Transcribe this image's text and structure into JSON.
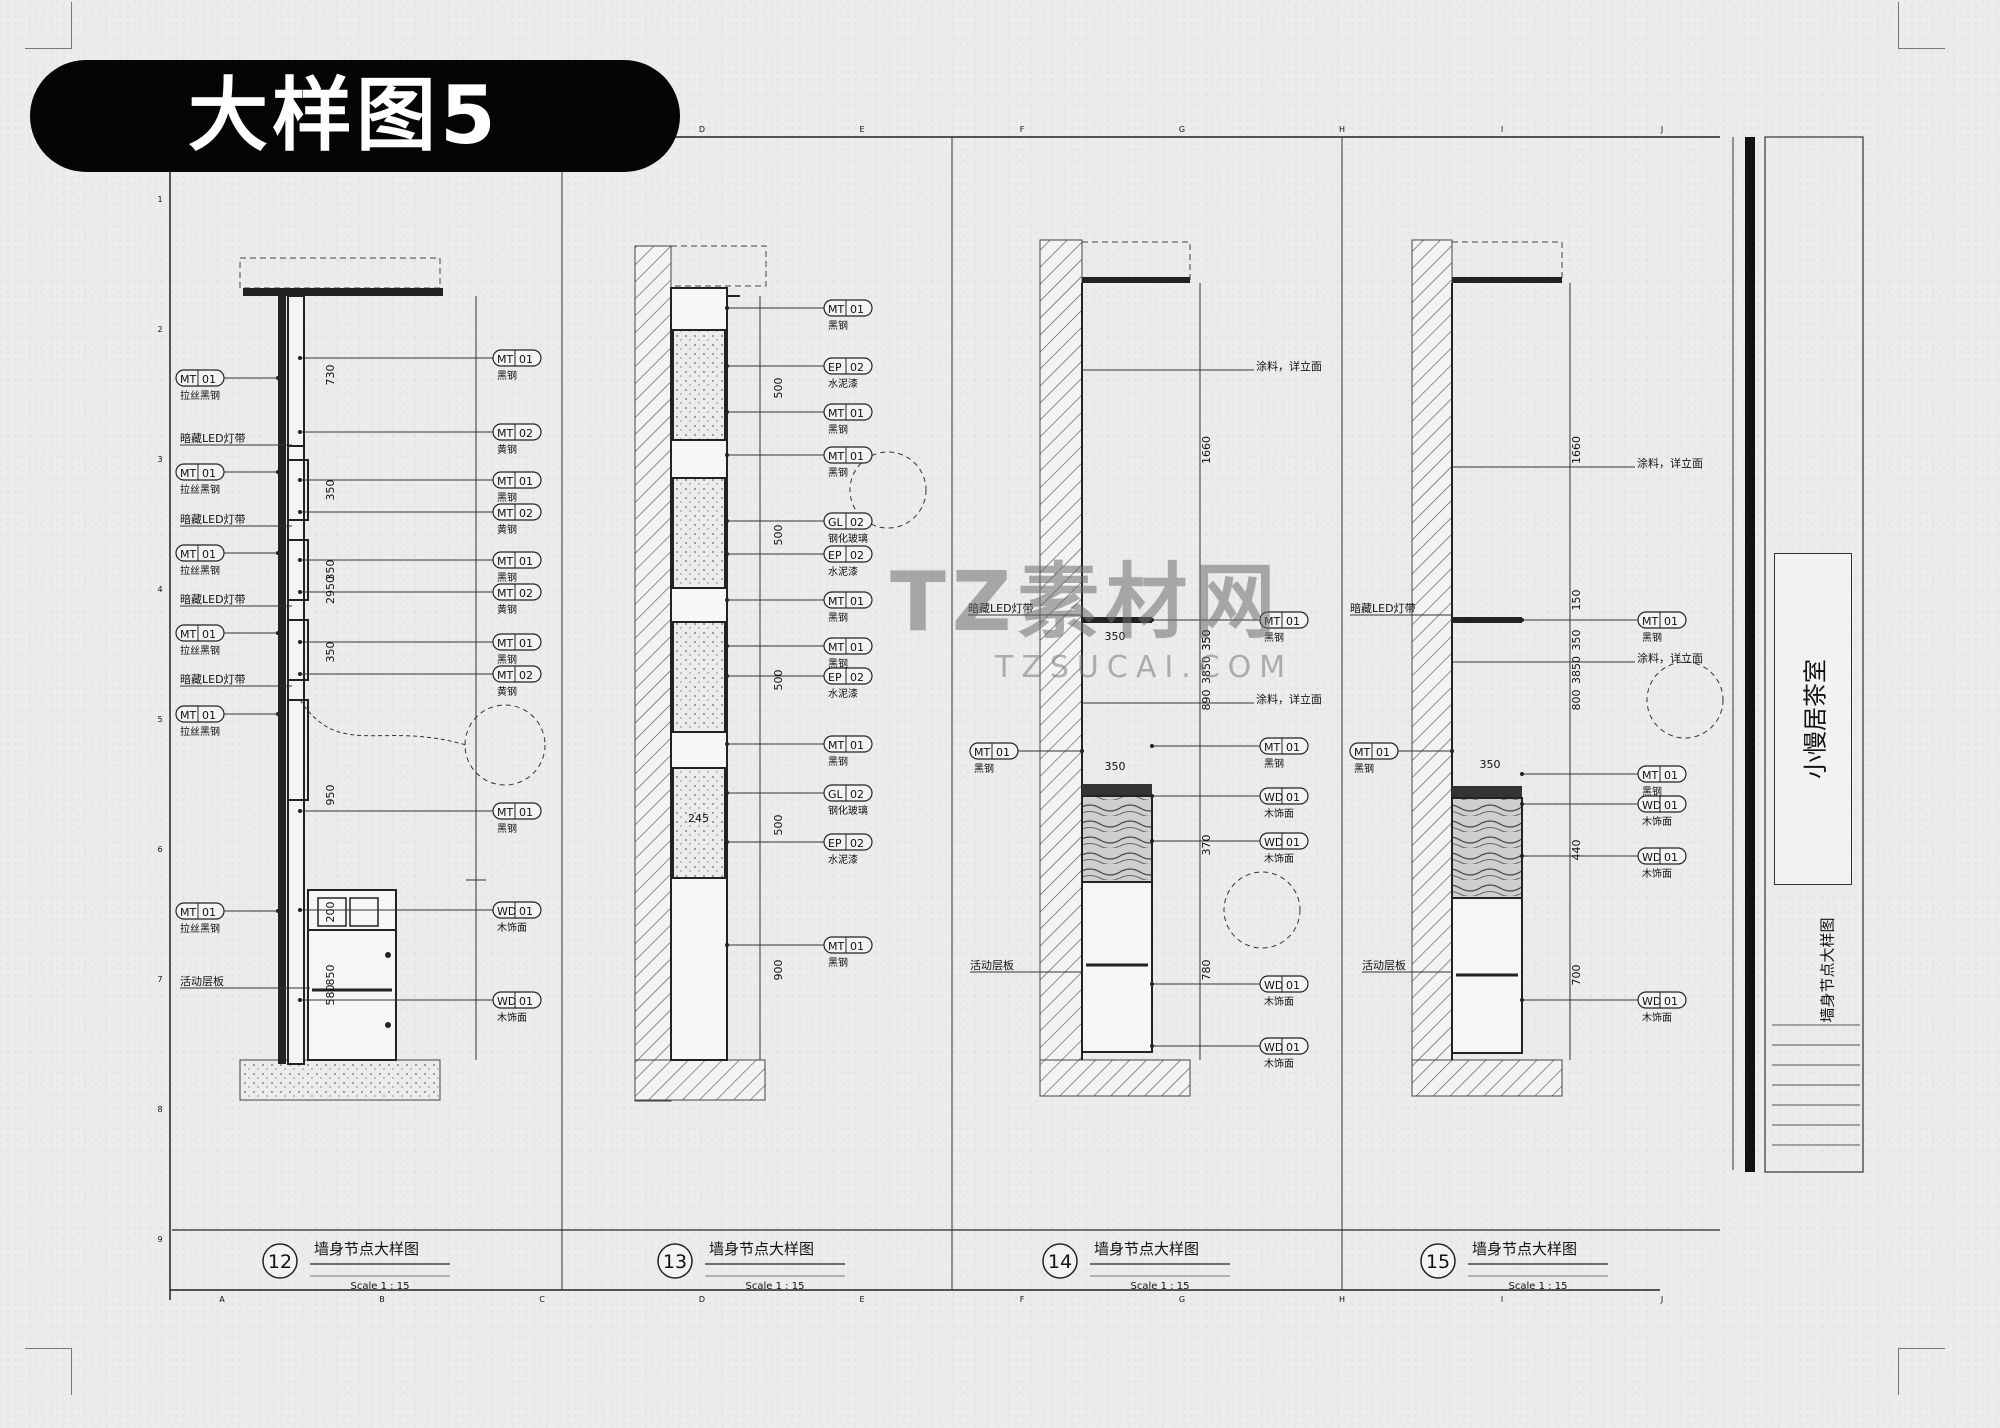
{
  "badge": {
    "label": "大样图5"
  },
  "watermark": {
    "main": "TZ素材网",
    "sub": "TZSUCAI.COM"
  },
  "title_block": {
    "project": "小慢居茶室",
    "sheet_name": "墙身节点大样图"
  },
  "grid_letters": [
    "A",
    "B",
    "C",
    "D",
    "E",
    "F",
    "G",
    "H",
    "I",
    "J"
  ],
  "grid_numbers": [
    "1",
    "2",
    "3",
    "4",
    "5",
    "6",
    "7",
    "8",
    "9"
  ],
  "details": [
    {
      "number": "12",
      "title": "墙身节点大样图",
      "scale": "Scale 1 : 15",
      "left_tags": [
        {
          "code": "MT",
          "num": "01",
          "mat": "拉丝黑钢"
        },
        {
          "code": "MT",
          "num": "01",
          "mat": "拉丝黑钢"
        },
        {
          "code": "MT",
          "num": "01",
          "mat": "拉丝黑钢"
        },
        {
          "code": "MT",
          "num": "01",
          "mat": "拉丝黑钢"
        },
        {
          "code": "MT",
          "num": "01",
          "mat": "拉丝黑钢"
        },
        {
          "code": "MT",
          "num": "01",
          "mat": "拉丝黑钢"
        }
      ],
      "left_labels": [
        "暗藏LED灯带",
        "暗藏LED灯带",
        "暗藏LED灯带",
        "暗藏LED灯带",
        "活动层板"
      ],
      "right_tags": [
        {
          "code": "MT",
          "num": "01",
          "mat": "黑钢"
        },
        {
          "code": "MT",
          "num": "02",
          "mat": "黄钢"
        },
        {
          "code": "MT",
          "num": "01",
          "mat": "黑钢"
        },
        {
          "code": "MT",
          "num": "02",
          "mat": "黄钢"
        },
        {
          "code": "MT",
          "num": "01",
          "mat": "黑钢"
        },
        {
          "code": "MT",
          "num": "02",
          "mat": "黄钢"
        },
        {
          "code": "MT",
          "num": "01",
          "mat": "黑钢"
        },
        {
          "code": "MT",
          "num": "02",
          "mat": "黄钢"
        },
        {
          "code": "MT",
          "num": "01",
          "mat": "黑钢"
        },
        {
          "code": "WD",
          "num": "01",
          "mat": "木饰面"
        },
        {
          "code": "WD",
          "num": "01",
          "mat": "木饰面"
        }
      ],
      "dims": [
        "730",
        "350",
        "350",
        "350",
        "950",
        "200",
        "580",
        "2950",
        "850"
      ]
    },
    {
      "number": "13",
      "title": "墙身节点大样图",
      "scale": "Scale 1 : 15",
      "right_tags": [
        {
          "code": "MT",
          "num": "01",
          "mat": "黑钢"
        },
        {
          "code": "EP",
          "num": "02",
          "mat": "水泥漆"
        },
        {
          "code": "MT",
          "num": "01",
          "mat": "黑钢"
        },
        {
          "code": "MT",
          "num": "01",
          "mat": "黑钢"
        },
        {
          "code": "GL",
          "num": "02",
          "mat": "钢化玻璃"
        },
        {
          "code": "EP",
          "num": "02",
          "mat": "水泥漆"
        },
        {
          "code": "MT",
          "num": "01",
          "mat": "黑钢"
        },
        {
          "code": "MT",
          "num": "01",
          "mat": "黑钢"
        },
        {
          "code": "EP",
          "num": "02",
          "mat": "水泥漆"
        },
        {
          "code": "MT",
          "num": "01",
          "mat": "黑钢"
        },
        {
          "code": "GL",
          "num": "02",
          "mat": "钢化玻璃"
        },
        {
          "code": "EP",
          "num": "02",
          "mat": "水泥漆"
        },
        {
          "code": "MT",
          "num": "01",
          "mat": "黑钢"
        }
      ],
      "dims": [
        "500",
        "500",
        "500",
        "500",
        "900",
        "245"
      ]
    },
    {
      "number": "14",
      "title": "墙身节点大样图",
      "scale": "Scale 1 : 15",
      "left_tags": [
        {
          "code": "MT",
          "num": "01",
          "mat": "黑钢"
        }
      ],
      "left_labels": [
        "暗藏LED灯带",
        "活动层板"
      ],
      "right_labels": [
        "涂料，详立面",
        "涂料，详立面"
      ],
      "right_tags": [
        {
          "code": "MT",
          "num": "01",
          "mat": "黑钢"
        },
        {
          "code": "MT",
          "num": "01",
          "mat": "黑钢"
        },
        {
          "code": "WD",
          "num": "01",
          "mat": "木饰面"
        },
        {
          "code": "WD",
          "num": "01",
          "mat": "木饰面"
        },
        {
          "code": "WD",
          "num": "01",
          "mat": "木饰面"
        },
        {
          "code": "WD",
          "num": "01",
          "mat": "木饰面"
        }
      ],
      "dims": [
        "1660",
        "350",
        "350",
        "3850",
        "890",
        "370",
        "780"
      ]
    },
    {
      "number": "15",
      "title": "墙身节点大样图",
      "scale": "Scale 1 : 15",
      "left_tags": [
        {
          "code": "MT",
          "num": "01",
          "mat": "黑钢"
        }
      ],
      "left_labels": [
        "暗藏LED灯带",
        "活动层板"
      ],
      "right_labels": [
        "涂料，详立面",
        "涂料，详立面"
      ],
      "right_tags": [
        {
          "code": "MT",
          "num": "01",
          "mat": "黑钢"
        },
        {
          "code": "MT",
          "num": "01",
          "mat": "黑钢"
        },
        {
          "code": "WD",
          "num": "01",
          "mat": "木饰面"
        },
        {
          "code": "WD",
          "num": "01",
          "mat": "木饰面"
        },
        {
          "code": "WD",
          "num": "01",
          "mat": "木饰面"
        }
      ],
      "dims": [
        "1660",
        "150",
        "350",
        "3850",
        "800",
        "440",
        "700"
      ]
    }
  ]
}
